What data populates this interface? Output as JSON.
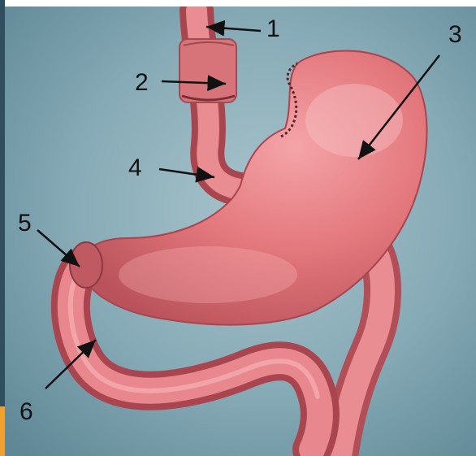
{
  "diagram": {
    "background_color": "#7fa4b1",
    "tissue_color": "#e07a7e",
    "labels": [
      {
        "id": "label-1",
        "text": "1"
      },
      {
        "id": "label-2",
        "text": "2"
      },
      {
        "id": "label-3",
        "text": "3"
      },
      {
        "id": "label-4",
        "text": "4"
      },
      {
        "id": "label-5",
        "text": "5"
      },
      {
        "id": "label-6",
        "text": "6"
      }
    ]
  }
}
